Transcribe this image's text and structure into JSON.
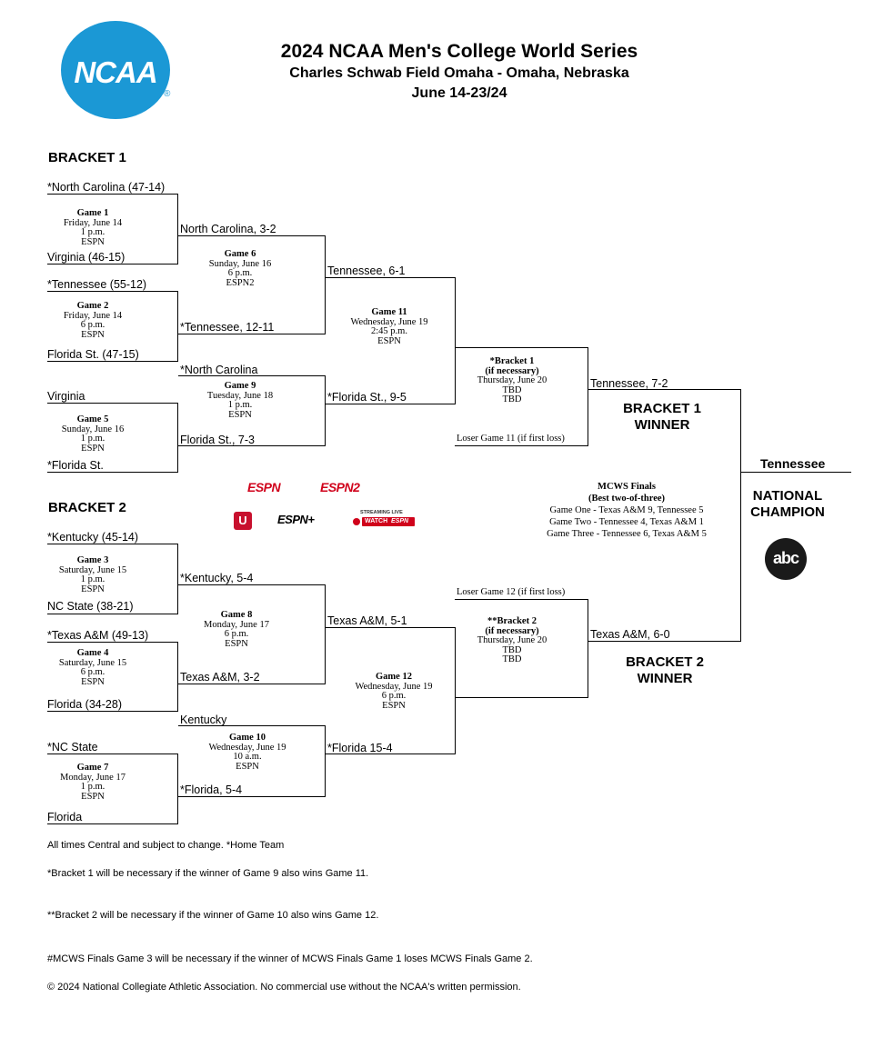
{
  "header": {
    "logo_text": "NCAA",
    "title": "2024 NCAA Men's College World Series",
    "venue": "Charles Schwab Field Omaha - Omaha, Nebraska",
    "dates": "June 14-23/24"
  },
  "bracket1": {
    "label": "BRACKET 1",
    "seeds": {
      "s1": "*North Carolina (47-14)",
      "s2": "Virginia (46-15)",
      "s3": "*Tennessee (55-12)",
      "s4": "Florida St. (47-15)",
      "s5": "Virginia",
      "s6": "*Florida St."
    },
    "results": {
      "g6_top": "North Carolina, 3-2",
      "g6_bot": "*Tennessee, 12-11",
      "g9_top": "*North Carolina",
      "g9_bot": "Florida St., 7-3",
      "g11_top": "Tennessee, 6-1",
      "g11_bot": "*Florida St., 9-5",
      "final_top": "Tennessee, 7-2",
      "loser": "Loser Game 11 (if first loss)"
    },
    "games": {
      "g1": {
        "name": "Game 1",
        "date": "Friday, June 14",
        "time": "1 p.m.",
        "tv": "ESPN"
      },
      "g2": {
        "name": "Game 2",
        "date": "Friday, June 14",
        "time": "6 p.m.",
        "tv": "ESPN"
      },
      "g5": {
        "name": "Game 5",
        "date": "Sunday, June 16",
        "time": "1 p.m.",
        "tv": "ESPN"
      },
      "g6": {
        "name": "Game 6",
        "date": "Sunday, June 16",
        "time": "6 p.m.",
        "tv": "ESPN2"
      },
      "g9": {
        "name": "Game 9",
        "date": "Tuesday, June 18",
        "time": "1 p.m.",
        "tv": "ESPN"
      },
      "g11": {
        "name": "Game 11",
        "date": "Wednesday, June 19",
        "time": "2:45 p.m.",
        "tv": "ESPN"
      },
      "b1": {
        "name": "*Bracket 1",
        "note": "(if necessary)",
        "date": "Thursday, June 20",
        "time": "TBD",
        "tv": "TBD"
      }
    },
    "winner_label_1": "BRACKET 1",
    "winner_label_2": "WINNER"
  },
  "bracket2": {
    "label": "BRACKET 2",
    "seeds": {
      "s1": "*Kentucky (45-14)",
      "s2": "NC State (38-21)",
      "s3": "*Texas A&M (49-13)",
      "s4": "Florida (34-28)",
      "s5": "*NC State",
      "s6": "Florida"
    },
    "results": {
      "g8_top": "*Kentucky, 5-4",
      "g8_bot": "Texas A&M, 3-2",
      "g10_top": "Kentucky",
      "g10_bot": "*Florida, 5-4",
      "g12_top": "Texas A&M, 5-1",
      "g12_bot": "*Florida 15-4",
      "final_bot": "Texas A&M, 6-0",
      "loser": "Loser Game 12 (if first loss)"
    },
    "games": {
      "g3": {
        "name": "Game 3",
        "date": "Saturday, June 15",
        "time": "1 p.m.",
        "tv": "ESPN"
      },
      "g4": {
        "name": "Game 4",
        "date": "Saturday, June 15",
        "time": "6 p.m.",
        "tv": "ESPN"
      },
      "g7": {
        "name": "Game 7",
        "date": "Monday, June 17",
        "time": "1 p.m.",
        "tv": "ESPN"
      },
      "g8": {
        "name": "Game 8",
        "date": "Monday, June 17",
        "time": "6 p.m.",
        "tv": "ESPN"
      },
      "g10": {
        "name": "Game 10",
        "date": "Wednesday, June 19",
        "time": "10 a.m.",
        "tv": "ESPN"
      },
      "g12": {
        "name": "Game 12",
        "date": "Wednesday, June 19",
        "time": "6 p.m.",
        "tv": "ESPN"
      },
      "b2": {
        "name": "**Bracket 2",
        "note": "(if necessary)",
        "date": "Thursday, June 20",
        "time": "TBD",
        "tv": "TBD"
      }
    },
    "winner_label_1": "BRACKET 2",
    "winner_label_2": "WINNER"
  },
  "finals": {
    "title": "MCWS Finals",
    "subtitle": "(Best two-of-three)",
    "g1": "Game One - Texas A&M 9, Tennessee 5",
    "g2": "Game Two - Tennessee 4, Texas A&M 1",
    "g3": "Game Three - Tennessee 6, Texas A&M 5",
    "champion": "Tennessee",
    "champion_label_1": "NATIONAL",
    "champion_label_2": "CHAMPION"
  },
  "networks": {
    "espn": "ESPN",
    "espn2": "ESPN2",
    "espnplus": "ESPN+",
    "streaming_top": "STREAMING LIVE",
    "watch": "WATCH",
    "watch_espn": "ESPN",
    "abc": "abc"
  },
  "notes": {
    "n1": "All times Central and subject to change. *Home Team",
    "n2": "*Bracket 1 will be necessary if the winner of Game 9 also wins Game 11.",
    "n3": "**Bracket 2 will be necessary if the winner of Game 10 also wins Game 12.",
    "n4": "#MCWS Finals Game 3 will be necessary if the winner of MCWS Finals Game 1 loses MCWS Finals Game 2.",
    "n5": "© 2024 National Collegiate Athletic Association. No commercial use without the NCAA's written permission."
  },
  "colors": {
    "ncaa_blue": "#1b98d5",
    "espn_red": "#d0021b",
    "abc_black": "#1a1a1a"
  }
}
